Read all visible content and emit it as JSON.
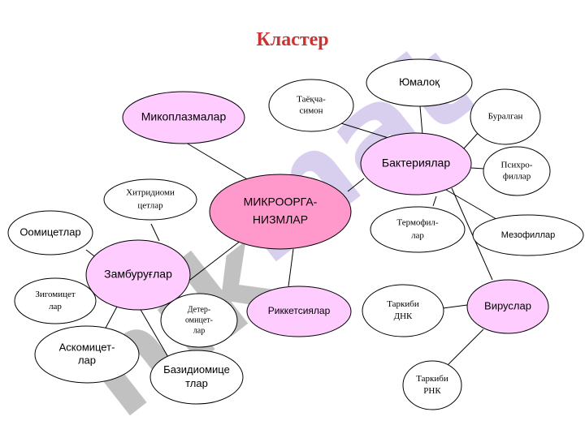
{
  "title": "Кластер",
  "watermark": "hikmat.uz",
  "colors": {
    "title": "#cc3333",
    "node_pink": "#ffccff",
    "node_center": "#ff99cc",
    "node_white": "#ffffff",
    "stroke": "#000000",
    "watermark": "#b8a6e0"
  },
  "nodes": {
    "center": [
      "МИКРООРГА-",
      "НИЗМЛАР"
    ],
    "mikoplazma": [
      "Микоплазмалар"
    ],
    "bakteriya": [
      "Бактериялар"
    ],
    "zamburug": [
      "Замбуруғлар"
    ],
    "rikketsiya": [
      "Риккетсиялар"
    ],
    "virus": [
      "Вируслар"
    ],
    "yumaloq": [
      "Юмалоқ"
    ],
    "tayoqcha": [
      "Таёқча-",
      "симон"
    ],
    "buralgan": [
      "Буралган"
    ],
    "psixro": [
      "Психро-",
      "филлар"
    ],
    "termofil": [
      "Термофил-",
      "лар"
    ],
    "mezofil": [
      "Мезофиллар"
    ],
    "xitridiomi": [
      "Хитридиоми",
      "цетлар"
    ],
    "oomitset": [
      "Оомицетлар"
    ],
    "zigomitset": [
      "Зигомицет",
      "лар"
    ],
    "deyter": [
      "Детер-",
      "омицет-",
      "лар"
    ],
    "askomitset": [
      "Аскомицет-",
      "лар"
    ],
    "bazidiomitse": [
      "Базидиомице",
      "тлар"
    ],
    "dnk": [
      "Таркиби",
      "ДНК"
    ],
    "rnk": [
      "Таркиби",
      "РНК"
    ]
  }
}
